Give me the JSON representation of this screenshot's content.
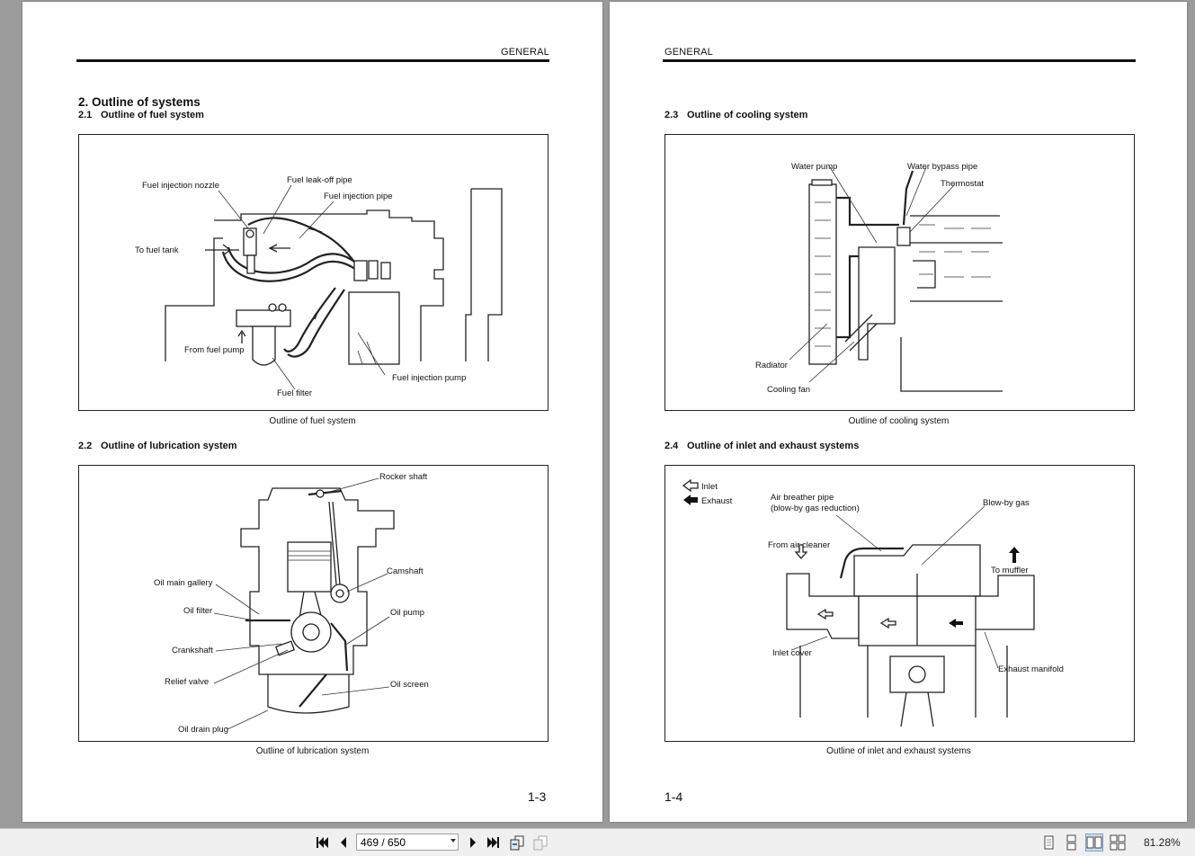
{
  "header_left": "GENERAL",
  "header_right": "GENERAL",
  "section_title": "2. Outline of systems",
  "sections": {
    "fuel": {
      "num": "2.1",
      "title": "Outline of fuel system",
      "caption": "Outline of fuel system",
      "labels": {
        "nozzle": "Fuel injection nozzle",
        "leakoff": "Fuel leak-off pipe",
        "injpipe": "Fuel injection pipe",
        "tank": "To fuel tank",
        "pump_from": "From fuel pump",
        "filter": "Fuel filter",
        "injpump": "Fuel injection pump"
      }
    },
    "lube": {
      "num": "2.2",
      "title": "Outline of lubrication system",
      "caption": "Outline of lubrication system",
      "labels": {
        "rocker": "Rocker shaft",
        "camshaft": "Camshaft",
        "gallery": "Oil main gallery",
        "filter": "Oil filter",
        "pump": "Oil pump",
        "crank": "Crankshaft",
        "relief": "Relief valve",
        "screen": "Oil screen",
        "drain": "Oil drain plug"
      }
    },
    "cool": {
      "num": "2.3",
      "title": "Outline of cooling system",
      "caption": "Outline of cooling system",
      "labels": {
        "waterpump": "Water pump",
        "bypass": "Water bypass pipe",
        "thermostat": "Thermostat",
        "radiator": "Radiator",
        "fan": "Cooling fan"
      }
    },
    "inlet": {
      "num": "2.4",
      "title": "Outline of inlet and exhaust systems",
      "caption": "Outline of inlet and exhaust systems",
      "labels": {
        "legend_inlet": "Inlet",
        "legend_exhaust": "Exhaust",
        "breather1": "Air breather pipe",
        "breather2": "(blow-by gas reduction)",
        "blowby": "Blow-by gas",
        "aircleaner": "From air cleaner",
        "muffler": "To muffler",
        "inletcover": "Inlet cover",
        "exhaustmanifold": "Exhaust manifold"
      }
    }
  },
  "page_left_number": "1-3",
  "page_right_number": "1-4",
  "toolbar": {
    "page_value": "469 / 650",
    "zoom": "81.28%",
    "icons": {
      "first": "first-page-icon",
      "prev": "prev-page-icon",
      "next": "next-page-icon",
      "last": "last-page-icon"
    }
  }
}
